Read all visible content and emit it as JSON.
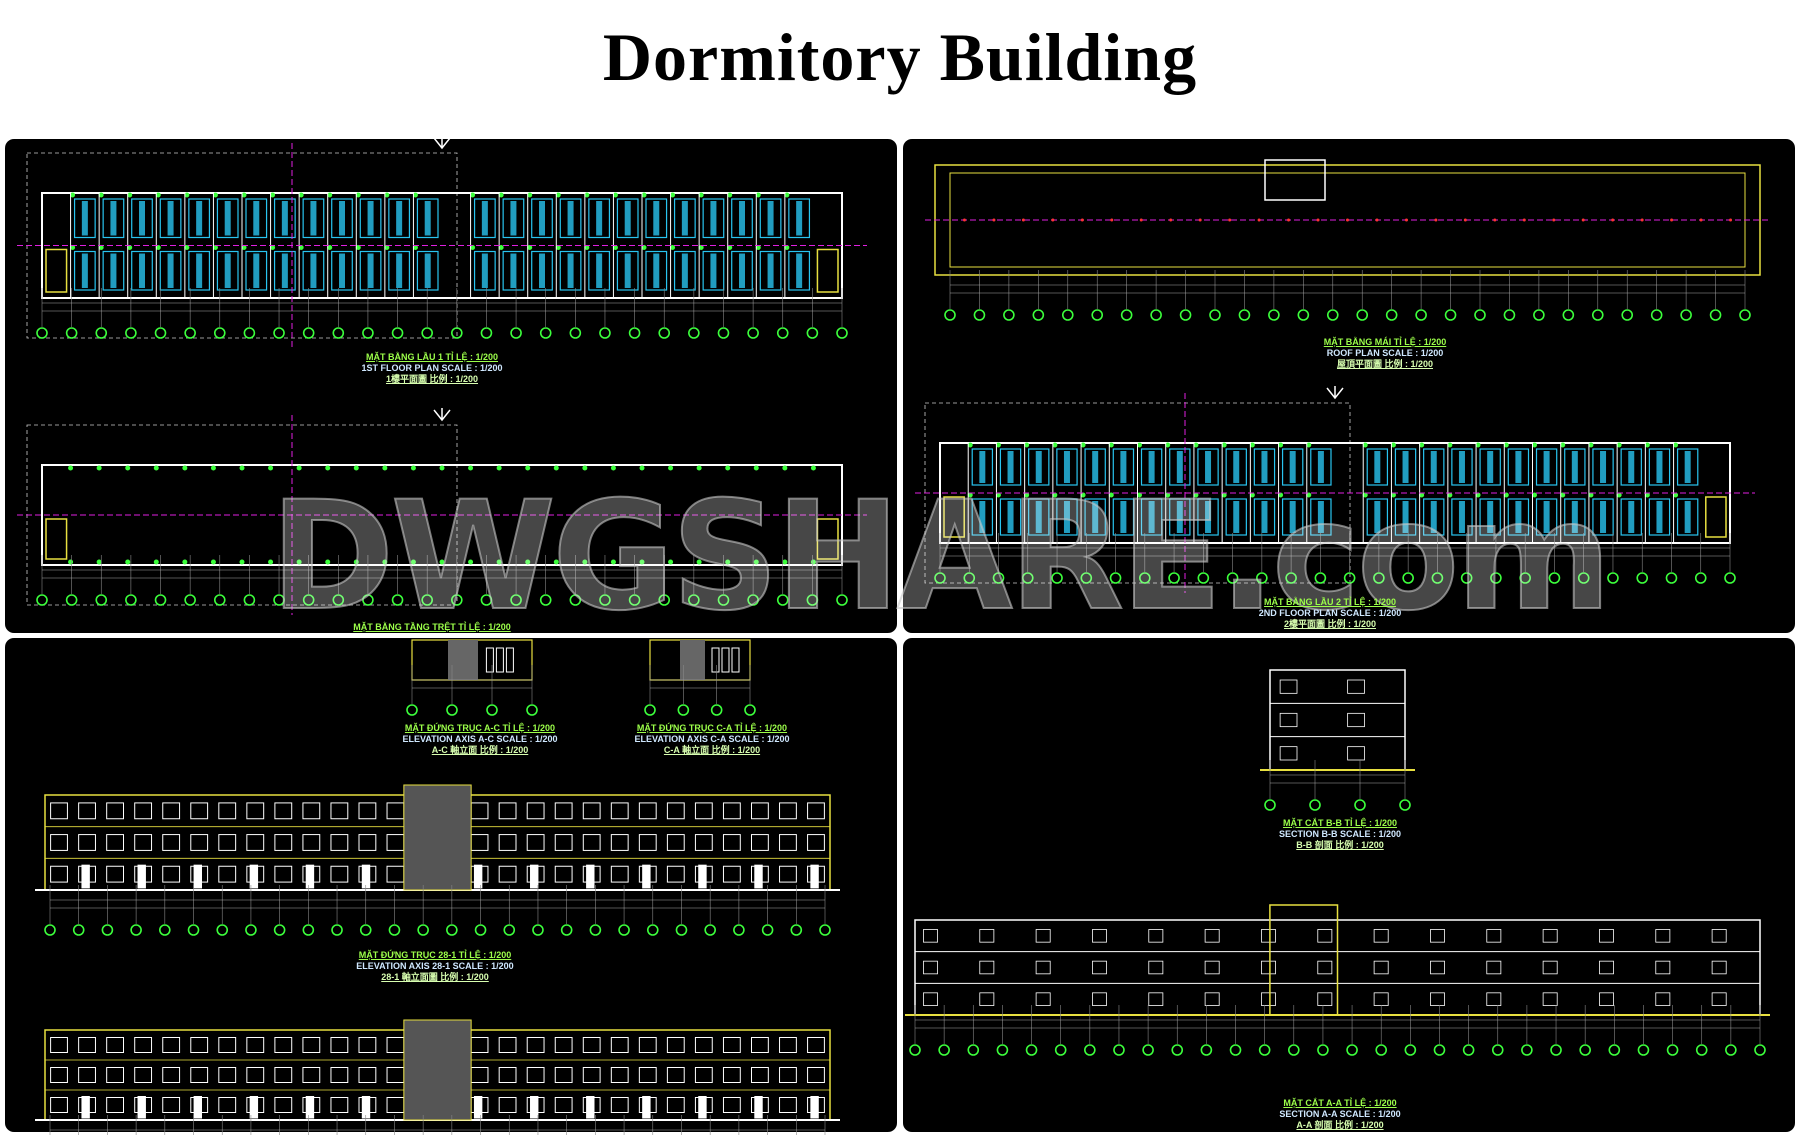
{
  "title": "Dormitory Building",
  "watermark": "DWGSHARE.com",
  "colors": {
    "background": "#000000",
    "wall": "#ffffff",
    "room": "#29c4f0",
    "grid_bubble": "#3cff3c",
    "axis_line": "#e020e0",
    "stair": "#e8e040",
    "label_vn": "#9cff4a",
    "label_en": "#cfe8ff"
  },
  "drawings": {
    "first_floor": {
      "vn": "MẶT BẰNG LẦU 1  TỈ LỆ : 1/200",
      "en": "1ST FLOOR PLAN  SCALE : 1/200",
      "cn": "1樓平面圖  比例 : 1/200"
    },
    "ground_floor": {
      "vn": "MẶT BẰNG TẦNG TRỆT  TỈ LỆ : 1/200"
    },
    "roof": {
      "vn": "MẶT BẰNG MÁI  TỈ LỆ : 1/200",
      "en": "ROOF PLAN  SCALE : 1/200",
      "cn": "屋頂平面圖  比例 : 1/200"
    },
    "second_floor": {
      "vn": "MẶT BẰNG LẦU 2  TỈ LỆ : 1/200",
      "en": "2ND FLOOR PLAN  SCALE : 1/200",
      "cn": "2樓平面圖  比例 : 1/200"
    },
    "elev_ac": {
      "vn": "MẶT ĐỨNG TRỤC A-C  TỈ LỆ : 1/200",
      "en": "ELEVATION AXIS A-C  SCALE : 1/200",
      "cn": "A-C 軸立面  比例 : 1/200"
    },
    "elev_ca": {
      "vn": "MẶT ĐỨNG TRỤC C-A  TỈ LỆ : 1/200",
      "en": "ELEVATION AXIS C-A  SCALE : 1/200",
      "cn": "C-A 軸立面  比例 : 1/200"
    },
    "elev_28_1": {
      "vn": "MẶT ĐỨNG TRỤC 28-1  TỈ LỆ : 1/200",
      "en": "ELEVATION AXIS 28-1  SCALE : 1/200",
      "cn": "28-1 軸立面圖  比例 : 1/200"
    },
    "section_bb": {
      "vn": "MẶT CẮT B-B  TỈ LỆ : 1/200",
      "en": "SECTION B-B  SCALE : 1/200",
      "cn": "B-B 剖面  比例 : 1/200"
    },
    "section_aa": {
      "vn": "MẶT CẮT A-A  TỈ LỆ : 1/200",
      "en": "SECTION A-A  SCALE : 1/200",
      "cn": "A-A 剖面  比例 : 1/200"
    }
  }
}
